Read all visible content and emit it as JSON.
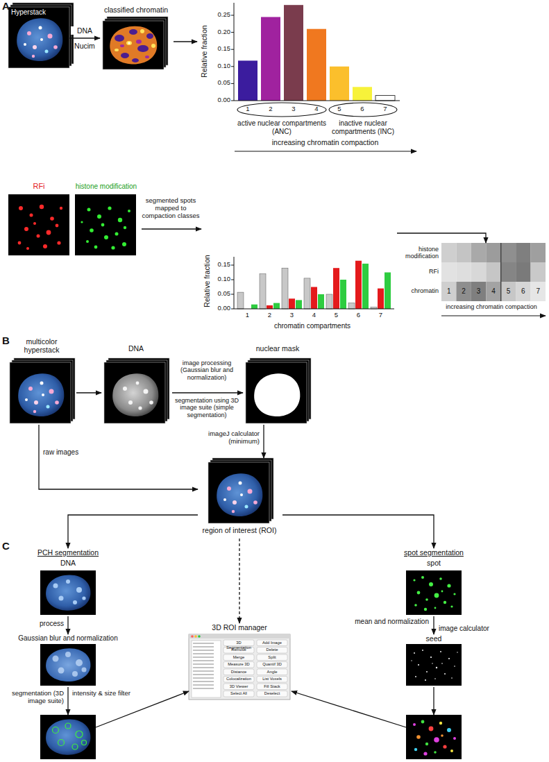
{
  "diagram": {
    "nodes": [
      {
        "text": [
          "Hyperstack"
        ]
      },
      {
        "text": [
          "classified chromatin"
        ]
      },
      {
        "text": [
          "Relative fraction"
        ]
      },
      {
        "text": [
          "active nuclear compartments (ANC)"
        ]
      },
      {
        "text": [
          "inactive nuclear compartments (INC)"
        ]
      },
      {
        "text": [
          "RFi"
        ]
      },
      {
        "text": [
          "histone modification"
        ]
      },
      {
        "text": [
          "Relative fraction",
          "chromatin compartments"
        ]
      },
      {
        "text": [
          "histone modification",
          "RFi",
          "chromatin"
        ]
      },
      {
        "text": [
          "multicolor hyperstack"
        ]
      },
      {
        "text": [
          "DNA"
        ]
      },
      {
        "text": [
          "nuclear mask"
        ]
      },
      {
        "text": [
          "region of interest (ROI)"
        ]
      },
      {
        "text": [
          "PCH segmentation",
          "DNA"
        ]
      },
      {
        "text": [
          "Gaussian blur and normalization"
        ]
      },
      {
        "text": []
      },
      {
        "text": [
          "3D ROI manager"
        ]
      },
      {
        "text": [
          "spot segmentation",
          "spot"
        ]
      },
      {
        "text": [
          "seed"
        ]
      },
      {
        "text": []
      }
    ],
    "edges": [
      {
        "from": 0,
        "to": 1,
        "arrow": "to",
        "label": "DNA"
      },
      {
        "from": 1,
        "to": 2,
        "arrow": "to"
      },
      {
        "from": 6,
        "to": 7,
        "arrow": "to",
        "label": "segmented spots mapped to compaction classes"
      },
      {
        "from": 7,
        "to": 8,
        "arrow": "to"
      },
      {
        "from": 9,
        "to": 10,
        "arrow": "to"
      },
      {
        "from": 10,
        "to": 11,
        "arrow": "to",
        "label": "image processing (Gaussian blur and normalization)"
      },
      {
        "from": 9,
        "to": 12,
        "arrow": "to",
        "label": "raw images"
      },
      {
        "from": 11,
        "to": 12,
        "arrow": "to",
        "label": "imageJ calculator (minimum)"
      },
      {
        "from": 12,
        "to": 13,
        "arrow": "to"
      },
      {
        "from": 12,
        "to": 16,
        "arrow": "to"
      },
      {
        "from": 12,
        "to": 17,
        "arrow": "to"
      },
      {
        "from": 13,
        "to": 14,
        "arrow": "to",
        "label": "process"
      },
      {
        "from": 14,
        "to": 15,
        "arrow": "to",
        "label": "segmentation (3D image suite)"
      },
      {
        "from": 15,
        "to": 16,
        "arrow": "to"
      },
      {
        "from": 17,
        "to": 18,
        "arrow": "to",
        "label": "mean and normalization"
      },
      {
        "from": 18,
        "to": 19,
        "arrow": "to"
      },
      {
        "from": 19,
        "to": 16,
        "arrow": "to"
      }
    ],
    "labels": [
      "A",
      "Nucim",
      "0.00",
      "0.05",
      "0.10",
      "0.15",
      "0.20",
      "0.25",
      "1",
      "2",
      "3",
      "4",
      "5",
      "6",
      "7",
      "increasing chromatin compaction",
      "0.00",
      "0.05",
      "0.10",
      "0.15",
      "1",
      "2",
      "3",
      "4",
      "5",
      "6",
      "7",
      "1",
      "2",
      "3",
      "4",
      "5",
      "6",
      "7",
      "increasing chromatin compaction",
      "B",
      "segmentation using 3D image suite (simple segmentation)",
      "C",
      "intensity & size filter",
      "image calculator",
      "3D Segmentation",
      "Add Image",
      "Remove",
      "Delete",
      "Merge",
      "Split",
      "Measure 3D",
      "Quantif 3D",
      "Distance",
      "Angle",
      "Colocalization",
      "List Voxels",
      "3D Viewer",
      "Fill Stack",
      "Select All",
      "Deselect"
    ]
  }
}
